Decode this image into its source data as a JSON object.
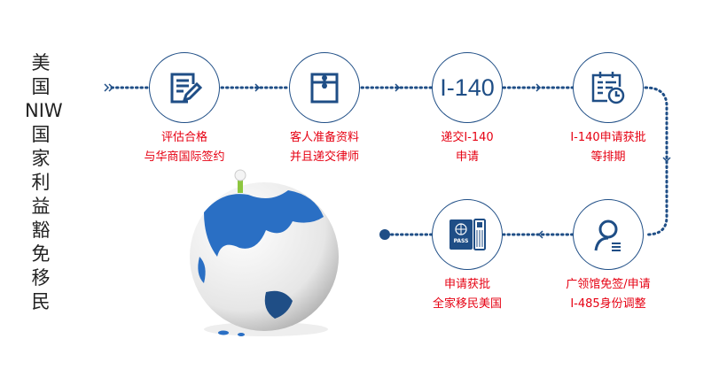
{
  "title_chars": [
    "美",
    "国",
    "NIW",
    "国",
    "家",
    "利",
    "益",
    "豁",
    "免",
    "移",
    "民"
  ],
  "steps": [
    {
      "icon": "document-edit-icon",
      "lines": [
        "评估合格",
        "与华商国际签约"
      ]
    },
    {
      "icon": "envelope-icon",
      "lines": [
        "客人准备资料",
        "并且递交律师"
      ]
    },
    {
      "icon": "i140-text",
      "icon_text": "I-140",
      "lines": [
        "递交I-140",
        "申请"
      ]
    },
    {
      "icon": "calendar-clock-icon",
      "lines": [
        "I-140申请获批",
        "等排期"
      ]
    },
    {
      "icon": "user-icon",
      "lines": [
        "广领馆免签/申请",
        "I-485身份调整"
      ]
    },
    {
      "icon": "passport-icon",
      "icon_text": "PASS",
      "lines": [
        "申请获批",
        "全家移民美国"
      ]
    }
  ],
  "colors": {
    "accent": "#1f4e86",
    "label": "#e60012"
  }
}
